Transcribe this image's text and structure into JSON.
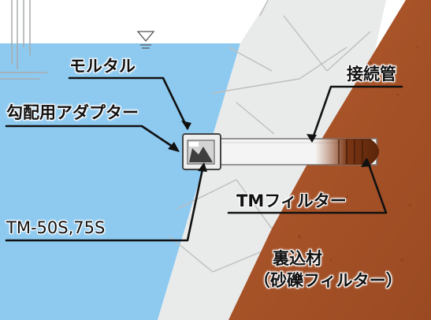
{
  "labels": {
    "mortar": "モルタル",
    "slope_adapter": "勾配用アダプター",
    "tm_model": "TM-50S,75S",
    "connecting_pipe": "接続管",
    "tm_filter": "TMフィルター",
    "backfill_line1": "裏込材",
    "backfill_line2": "（砂礫フィルター）"
  },
  "colors": {
    "water": "#8ecaf0",
    "concrete": "#e9eaea",
    "concrete_joints": "#b9bcbc",
    "gravel_fill": "#a9532a",
    "pipe": "#f4f4f4",
    "filter_tip": "#6e2f12",
    "leader_line": "#111111"
  },
  "icons": {
    "water_level": "water-level-triangle-icon"
  }
}
